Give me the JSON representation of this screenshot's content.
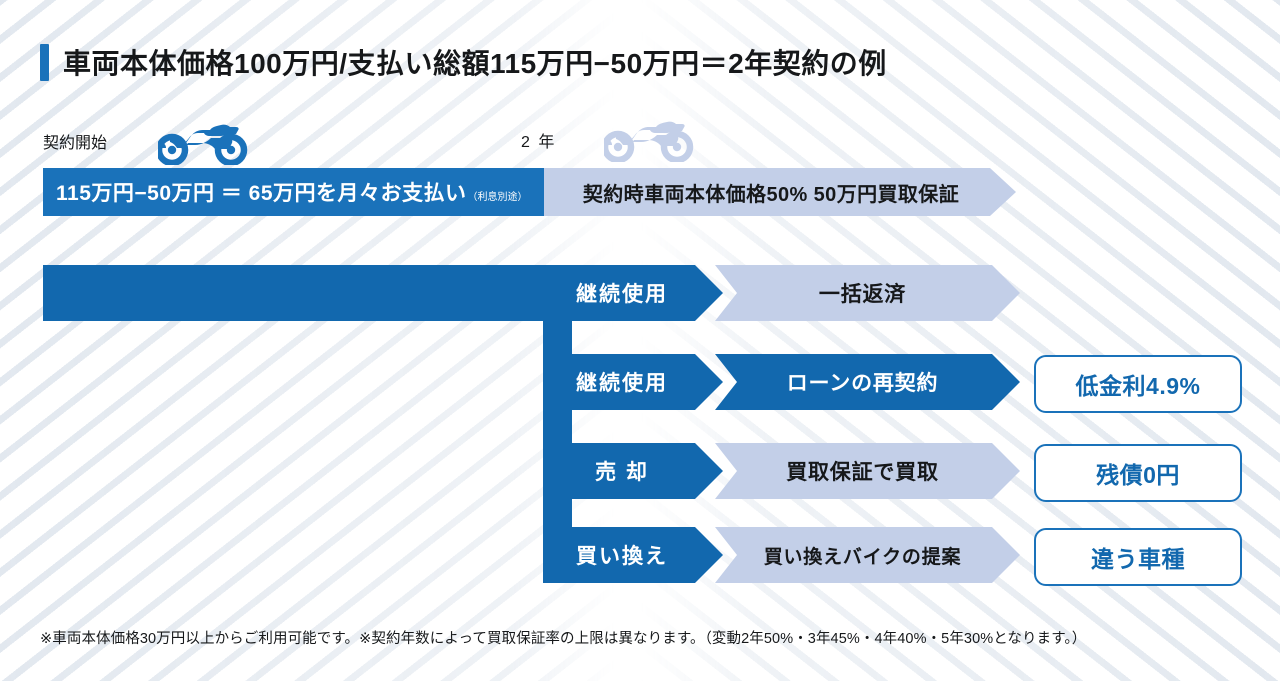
{
  "title": {
    "text": "車両本体価格100万円/支払い総額115万円−50万円＝2年契約の例",
    "accent_color": "#1a72ba"
  },
  "timeline": {
    "start_label": "契約開始",
    "end_label": "2 年",
    "start_icon": "motorcycle-icon",
    "end_icon": "motorcycle-icon",
    "left_bar": {
      "text": "115万円−50万円 ＝ 65万円を月々お支払い",
      "note": "（利息別途）",
      "color": "#1a72ba"
    },
    "right_bar": {
      "text": "契約時車両本体価格50%  50万円買取保証",
      "color": "#c3cfe8"
    }
  },
  "flow": {
    "trunk_color": "#1268ae",
    "rows": [
      {
        "choice": "継続使用",
        "action": "一括返済",
        "action_style": "light",
        "result": null
      },
      {
        "choice": "継続使用",
        "action": "ローンの再契約",
        "action_style": "dark",
        "result": "低金利4.9%"
      },
      {
        "choice": "売 却",
        "action": "買取保証で買取",
        "action_style": "light",
        "result": "残債0円"
      },
      {
        "choice": "買い換え",
        "action": "買い換えバイクの提案",
        "action_style": "light",
        "result": "違う車種"
      }
    ]
  },
  "footnote": {
    "text": "※車両本体価格30万円以上からご利用可能です。※契約年数によって買取保証率の上限は異なります。（変動2年50%・3年45%・4年40%・5年30%となります。）"
  },
  "colors": {
    "primary_blue": "#1268ae",
    "accent_blue": "#1a72ba",
    "light_blue": "#c3cfe8",
    "text_dark": "#16181a"
  }
}
